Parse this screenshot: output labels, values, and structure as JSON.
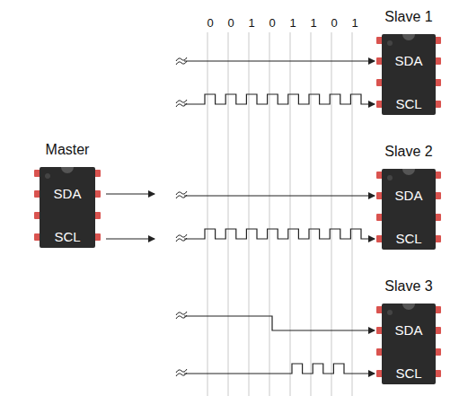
{
  "diagram": {
    "nodes": [
      {
        "text": [
          "Slave 1",
          "SDA",
          "SCL"
        ]
      },
      {
        "text": [
          "Master",
          "SDA",
          "SCL"
        ]
      },
      {
        "text": [
          "Slave 2",
          "SDA",
          "SCL"
        ]
      },
      {
        "text": [
          "Slave 3",
          "SDA",
          "SCL"
        ]
      }
    ],
    "labels": [
      "0",
      "0",
      "1",
      "0",
      "1",
      "1",
      "0",
      "1"
    ]
  }
}
